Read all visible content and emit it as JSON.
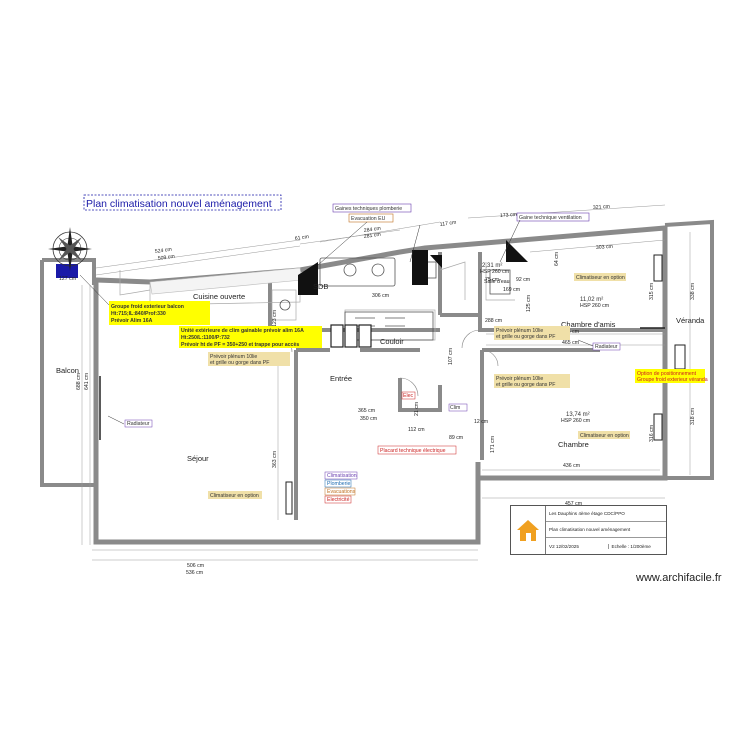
{
  "title": "Plan climatisation nouvel aménagement",
  "compass": {
    "icon": "compass-rose-icon"
  },
  "rooms": {
    "cuisine": "Cuisine ouverte",
    "sdb": "SDB",
    "couloir": "Couloir",
    "entree": "Entrée",
    "sejour": "Séjour",
    "balcon": "Balcon",
    "chambre_amis": "Chambre d'amis",
    "chambre": "Chambre",
    "veranda": "Véranda",
    "salle_eau": "Salle d'eau"
  },
  "areas": {
    "chambre_amis": "11,02 m²",
    "chambre_amis_hsp": "HSP 260 cm",
    "chambre": "13,74 m²",
    "chambre_hsp": "HSP 260 cm",
    "salle_eau": "2,31 m²",
    "salle_eau_hsp": "HSP 260 cm"
  },
  "dimensions": {
    "d524": "524 cm",
    "d509": "509 cm",
    "d61": "61 cm",
    "d284": "284 cm",
    "d281": "281 cm",
    "d117": "117 cm",
    "d173": "173 cm",
    "d321": "321 cm",
    "d303": "303 cm",
    "d127": "127 cm",
    "d306": "306 cm",
    "d123": "123 cm",
    "d107": "107 cm",
    "d75": "75 cm",
    "d92": "92 cm",
    "d169": "169 cm",
    "d465a": "465 cm",
    "d465b": "465 cm",
    "d125": "125 cm",
    "d64": "64 cm",
    "d315": "315 cm",
    "d338": "338 cm",
    "d318": "318 cm",
    "d316": "316 cm",
    "d688": "688 cm",
    "d641": "641 cm",
    "d363": "363 cm",
    "d365": "365 cm",
    "d350": "350 cm",
    "d112": "112 cm",
    "d89": "89 cm",
    "d21": "21 cm",
    "d12": "12 cm",
    "d171": "171 cm",
    "d436": "436 cm",
    "d457": "457 cm",
    "d506": "506 cm",
    "d536": "536 cm",
    "d288": "288 cm"
  },
  "annotations": {
    "gaines_plomberie": "Gaines techniques plomberie",
    "evacuation_eu": "Evacuation EU",
    "gaine_ventilation": "Gaine technique ventilation",
    "groupe_froid_1": "Groupe froid exterieur balcon",
    "groupe_froid_2": "Ht:715;IL:840/Prof:330",
    "groupe_froid_3": "Prévoir Alim 16A",
    "unite_ext_1": "Unité extérieure de clim gainable prévoir alim 16A",
    "unite_ext_2": "Ht:250/L:1100/P:732",
    "unite_ext_3": "Prévoir ht de PF = 350+250 et trappe pour accès",
    "plenum_1a": "Prévoir plénum 10lie",
    "plenum_1b": "et grille ou gorge dans PF",
    "plenum_2a": "Prévoir plénum 10lie",
    "plenum_2b": "et grille ou gorge dans PF",
    "plenum_3a": "Prévoir plénum 10lie",
    "plenum_3b": "et grille ou gorge dans PF",
    "clim_option_1": "Climatiseur en option",
    "clim_option_2": "Climatiseur en option",
    "clim_option_3": "Climatiseur en option",
    "radiateur_1": "Radiateur",
    "radiateur_2": "Radiateur",
    "placard_tech": "Placard technique électrique",
    "option_pos_1": "Option de positionnement",
    "option_pos_2": "Groupe froid exterieur véranda",
    "legend_1": "Climatisation",
    "legend_2": "Plomberie",
    "legend_3": "Evacuations",
    "legend_4": "Electricité",
    "small_1": "Elec",
    "small_2": "Clim"
  },
  "title_block": {
    "logo_icon": "house-logo-icon",
    "project": "Les Dauphins 4ème étage CDC/PPO",
    "subtitle": "Plan climatisation nouvel aménagement",
    "version": "V2 12/02/2025",
    "scale": "Echelle : 1/200ème"
  },
  "watermark": "www.archifacile.fr",
  "colors": {
    "wall": "#8a8a8a",
    "accent_blue": "#1a1aa8",
    "note_yellow": "#ffff00",
    "note_tan": "#f0e0a8",
    "legend_purple": "#6a3fb0",
    "legend_red": "#cc2222",
    "legend_orange": "#c07020"
  }
}
